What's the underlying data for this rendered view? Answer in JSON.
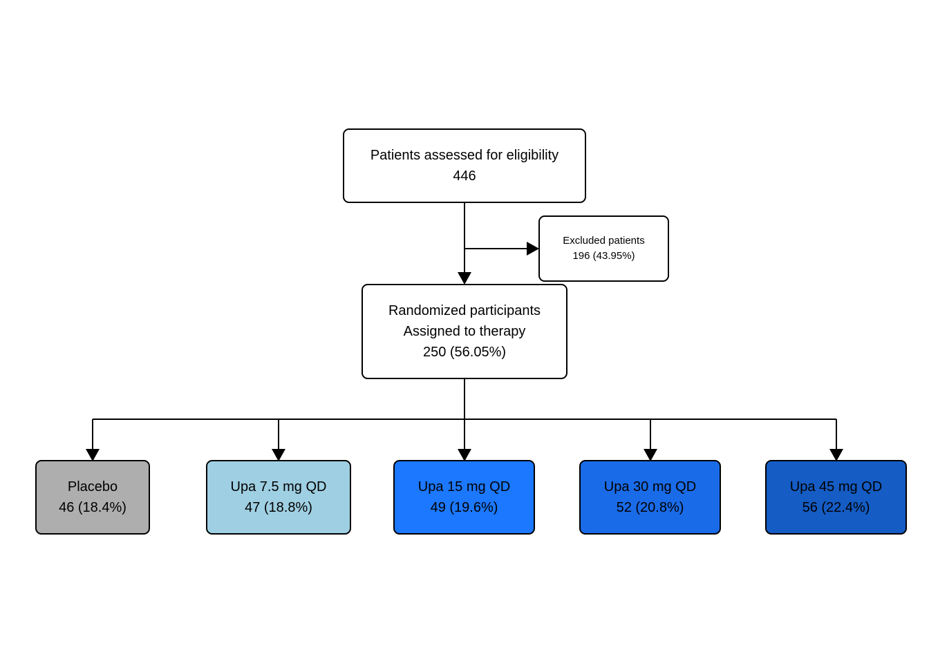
{
  "flowchart": {
    "screening": {
      "label": "Patients assessed for eligibility",
      "count": "446"
    },
    "excluded": {
      "label": "Excluded patients",
      "count": "196 (43.95%)"
    },
    "randomized": {
      "label": "Randomized participants",
      "sublabel": "Assigned to therapy",
      "count": "250 (56.05%)"
    },
    "arms": [
      {
        "label": "Placebo",
        "count": "46 (18.4%)",
        "color": "#AEAEAE"
      },
      {
        "label": "Upa 7.5 mg QD",
        "count": "47 (18.8%)",
        "color": "#9FCFE2"
      },
      {
        "label": "Upa 15 mg QD",
        "count": "49 (19.6%)",
        "color": "#1C78FF"
      },
      {
        "label": "Upa 30 mg QD",
        "count": "52 (20.8%)",
        "color": "#1A6BE8"
      },
      {
        "label": "Upa 45 mg QD",
        "count": "56 (22.4%)",
        "color": "#155CC4"
      }
    ]
  }
}
